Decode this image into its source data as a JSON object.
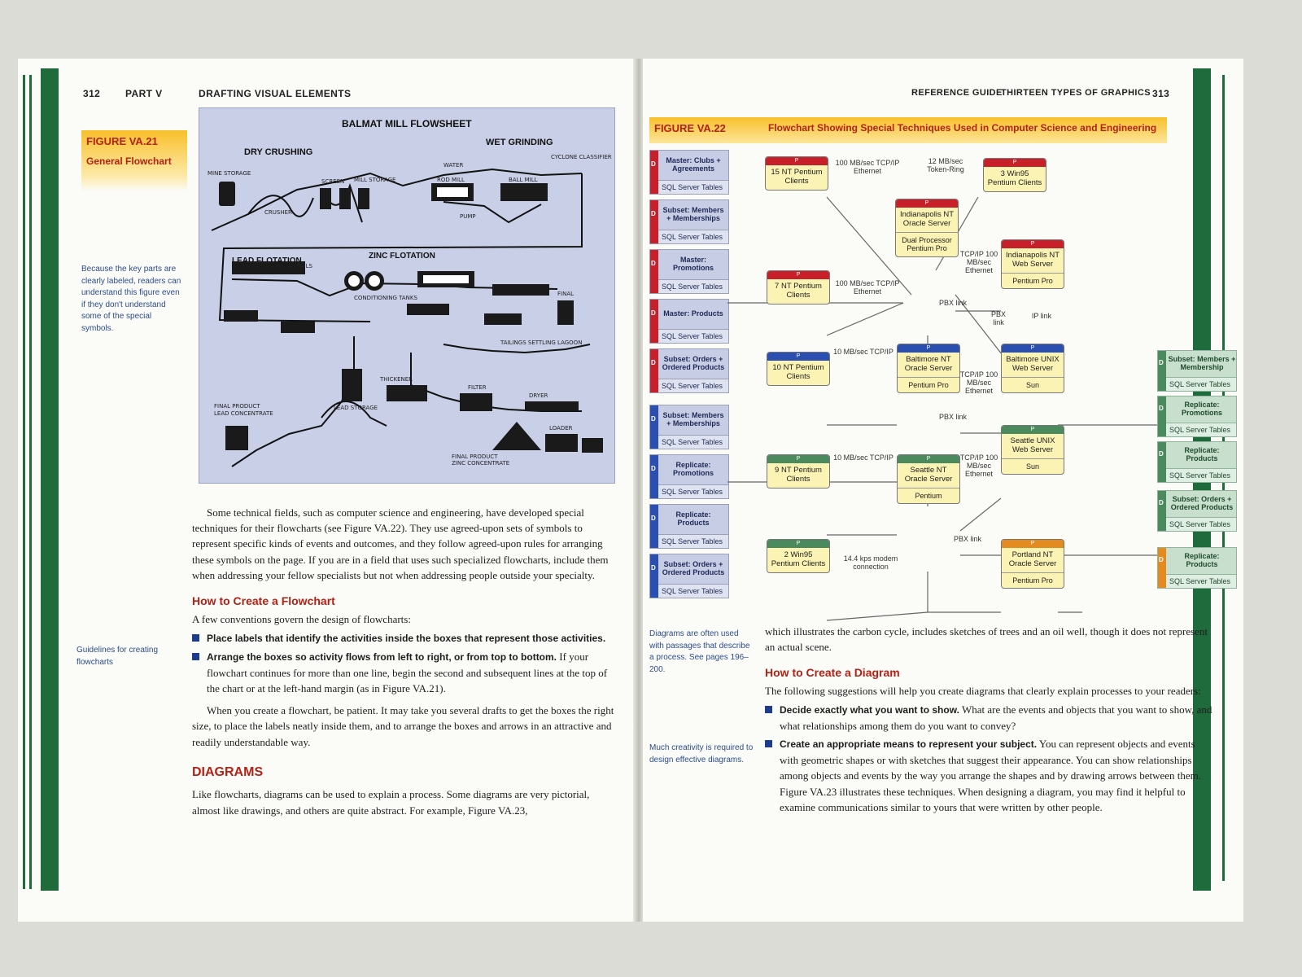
{
  "left_page": {
    "page_number": "312",
    "part": "PART V",
    "section": "DRAFTING VISUAL ELEMENTS",
    "figure": {
      "label": "FIGURE VA.21",
      "title": "General Flowchart"
    },
    "side_note_1": "Because the key parts are clearly labeled, readers can understand this figure even if they don't understand some of the special symbols.",
    "side_note_2": "Guidelines for creating flowcharts",
    "flowsheet": {
      "title": "BALMAT MILL FLOWSHEET",
      "dry": "DRY CRUSHING",
      "wet": "WET GRINDING",
      "lead": "LEAD FLOTATION",
      "zinc": "ZINC FLOTATION",
      "labels": [
        "MINE STORAGE",
        "CRUSHER",
        "SCREEN",
        "MILL STORAGE",
        "WATER",
        "ROD MILL",
        "BALL MILL",
        "CYCLONE CLASSIFIER",
        "PUMP",
        "CONDITIONING TANKS",
        "TAILS",
        "THICKENER",
        "FILTER",
        "DRYER",
        "FINAL PRODUCT LEAD CONCENTRATE",
        "LEAD STORAGE",
        "FINAL PRODUCT ZINC CONCENTRATE",
        "LOADER",
        "TAILINGS SETTLING LAGOON"
      ]
    },
    "para1": "Some technical fields, such as computer science and engineering, have developed special techniques for their flowcharts (see Figure VA.22). They use agreed-upon sets of symbols to represent specific kinds of events and outcomes, and they follow agreed-upon rules for arranging these symbols on the page. If you are in a field that uses such specialized flowcharts, include them when addressing your fellow specialists but not when addressing people outside your specialty.",
    "h_flow": "How to Create a Flowchart",
    "flow_intro": "A few conventions govern the design of flowcharts:",
    "bullet1": "Place labels that identify the activities inside the boxes that represent those activities.",
    "bullet2_bold": "Arrange the boxes so activity flows from left to right, or from top to bottom.",
    "bullet2_rest": " If your flowchart continues for more than one line, begin the second and subsequent lines at the top of the chart or at the left-hand margin (as in Figure VA.21).",
    "para2": "When you create a flowchart, be patient. It may take you several drafts to get the boxes the right size, to place the labels neatly inside them, and to arrange the boxes and arrows in an attractive and readily understandable way.",
    "h_diag": "DIAGRAMS",
    "para3": "Like flowcharts, diagrams can be used to explain a process. Some diagrams are very pictorial, almost like drawings, and others are quite abstract. For example, Figure VA.23,"
  },
  "right_page": {
    "page_number": "313",
    "guide": "REFERENCE GUIDE",
    "section": "THIRTEEN TYPES OF GRAPHICS",
    "figure": {
      "label": "FIGURE VA.22",
      "title": "Flowchart Showing Special Techniques Used in Computer Science and Engineering"
    },
    "left_dbs": [
      {
        "code": "D",
        "title": "Master: Clubs + Agreements",
        "sub": "SQL Server Tables",
        "color": "#c8202a"
      },
      {
        "code": "D",
        "title": "Subset: Members + Memberships",
        "sub": "SQL Server Tables",
        "color": "#c8202a"
      },
      {
        "code": "D",
        "title": "Master: Promotions",
        "sub": "SQL Server Tables",
        "color": "#c8202a"
      },
      {
        "code": "D",
        "title": "Master: Products",
        "sub": "SQL Server Tables",
        "color": "#c8202a"
      },
      {
        "code": "D",
        "title": "Subset: Orders + Ordered Products",
        "sub": "SQL Server Tables",
        "color": "#c8202a"
      },
      {
        "code": "D",
        "title": "Subset: Members + Memberships",
        "sub": "SQL Server Tables",
        "color": "#2a4fb0"
      },
      {
        "code": "D",
        "title": "Replicate: Promotions",
        "sub": "SQL Server Tables",
        "color": "#2a4fb0"
      },
      {
        "code": "D",
        "title": "Replicate: Products",
        "sub": "SQL Server Tables",
        "color": "#2a4fb0"
      },
      {
        "code": "D",
        "title": "Subset: Orders + Ordered Products",
        "sub": "SQL Server Tables",
        "color": "#2a4fb0"
      }
    ],
    "right_dbs": [
      {
        "code": "D",
        "title": "Subset: Members + Membership",
        "sub": "SQL Server Tables",
        "color": "#4a8a5c"
      },
      {
        "code": "D",
        "title": "Replicate: Promotions",
        "sub": "SQL Server Tables",
        "color": "#4a8a5c"
      },
      {
        "code": "D",
        "title": "Replicate: Products",
        "sub": "SQL Server Tables",
        "color": "#4a8a5c"
      },
      {
        "code": "D",
        "title": "Subset: Orders + Ordered Products",
        "sub": "SQL Server Tables",
        "color": "#4a8a5c"
      },
      {
        "code": "D",
        "title": "Replicate: Products",
        "sub": "SQL Server Tables",
        "color": "#e58a1f"
      }
    ],
    "nodes": {
      "c15": {
        "cap": "P",
        "text": "15 NT Pentium Clients",
        "color": "#c8202a"
      },
      "c3": {
        "cap": "P",
        "text": "3 Win95 Pentium Clients",
        "color": "#c8202a"
      },
      "indy": {
        "cap": "P",
        "text": "Indianapolis NT Oracle Server",
        "sub": "Dual Processor Pentium Pro",
        "color": "#c8202a"
      },
      "c7": {
        "cap": "P",
        "text": "7 NT Pentium Clients",
        "color": "#c8202a"
      },
      "indyweb": {
        "cap": "P",
        "text": "Indianapolis NT Web Server",
        "sub": "Pentium Pro",
        "color": "#c8202a"
      },
      "c10": {
        "cap": "P",
        "text": "10 NT Pentium Clients",
        "color": "#2a4fb0"
      },
      "balt": {
        "cap": "P",
        "text": "Baltimore NT Oracle Server",
        "sub": "Pentium Pro",
        "color": "#2a4fb0"
      },
      "baltweb": {
        "cap": "P",
        "text": "Baltimore UNIX Web Server",
        "sub": "Sun",
        "color": "#2a4fb0"
      },
      "seaweb": {
        "cap": "P",
        "text": "Seattle UNIX Web Server",
        "sub": "Sun",
        "color": "#4a8a5c"
      },
      "c9": {
        "cap": "P",
        "text": "9 NT Pentium Clients",
        "color": "#4a8a5c"
      },
      "sea": {
        "cap": "P",
        "text": "Seattle NT Oracle Server",
        "sub": "Pentium",
        "color": "#4a8a5c"
      },
      "c2": {
        "cap": "P",
        "text": "2 Win95 Pentium Clients",
        "color": "#4a8a5c"
      },
      "port": {
        "cap": "P",
        "text": "Portland NT Oracle Server",
        "sub": "Pentium Pro",
        "color": "#e58a1f"
      }
    },
    "links": {
      "l1": "100 MB/sec TCP/IP Ethernet",
      "l2": "12 MB/sec Token-Ring",
      "l3": "100 MB/sec TCP/IP Ethernet",
      "l4": "TCP/IP 100 MB/sec Ethernet",
      "l5": "PBX link",
      "l6": "PBX link",
      "l7": "IP link",
      "l8": "10 MB/sec TCP/IP",
      "l9": "TCP/IP 100 MB/sec Ethernet",
      "l10": "PBX link",
      "l11": "10 MB/sec TCP/IP",
      "l12": "TCP/IP 100 MB/sec Ethernet",
      "l13": "PBX link",
      "l14": "14.4 kps modem connection"
    },
    "side_note_1": "Diagrams are often used with passages that describe a process. See pages 196–200.",
    "side_note_2": "Much creativity is required to design effective diagrams.",
    "para1": "which illustrates the carbon cycle, includes sketches of trees and an oil well, though it does not represent an actual scene.",
    "h_diag": "How to Create a Diagram",
    "diag_intro": "The following suggestions will help you create diagrams that clearly explain processes to your readers:",
    "bullet1_bold": "Decide exactly what you want to show.",
    "bullet1_rest": " What are the events and objects that you want to show, and what relationships among them do you want to convey?",
    "bullet2_bold": "Create an appropriate means to represent your subject.",
    "bullet2_rest": " You can represent objects and events with geometric shapes or with sketches that suggest their appearance. You can show relationships among objects and events by the way you arrange the shapes and by drawing arrows between them. Figure VA.23 illustrates these techniques. When designing a diagram, you may find it helpful to examine communications similar to yours that were written by other people."
  }
}
